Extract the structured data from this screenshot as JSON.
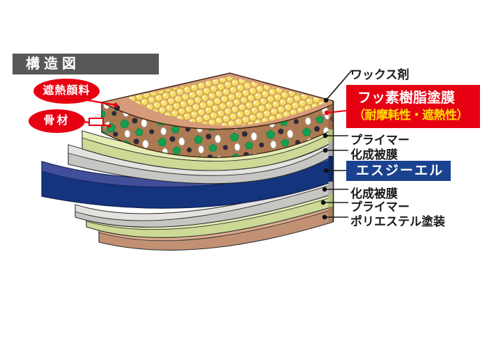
{
  "title": "構造図",
  "stack_labels": {
    "pigment": "遮熱顔料",
    "aggregate": "骨材",
    "wax": "ワックス剤",
    "topcoat_line1": "フッ素樹脂塗膜",
    "topcoat_line2": "（耐摩耗性・遮熱性）",
    "primer_upper": "プライマー",
    "conversion_upper": "化成被膜",
    "core": "エスジーエル",
    "conversion_lower": "化成被膜",
    "primer_lower": "プライマー",
    "polyester": "ポリエステル塗装"
  },
  "colors": {
    "accent_red": "#E60012",
    "highlight_yellow": "#FFE100",
    "core_blue": "#1A428F",
    "banner_gray": "#595757",
    "bead_yellow": "#F8DE6C",
    "topcoat_brown": "#AC7A52",
    "topcoat_surface": "#D69B79",
    "primer_green": "#CCDA96",
    "conversion_gray": "#C6C6C4",
    "core_navy": "#14347E",
    "polyester_tan": "#C29173"
  },
  "layers": [
    {
      "name": "ワックス剤",
      "role": "wax-beads",
      "color": "#F8DE6C"
    },
    {
      "name": "フッ素樹脂塗膜（耐摩耗性・遮熱性）",
      "role": "fluororesin-topcoat",
      "color": "#AC7A52",
      "contains": [
        "遮熱顔料",
        "骨材"
      ]
    },
    {
      "name": "プライマー",
      "role": "primer-upper",
      "color": "#CCDA96"
    },
    {
      "name": "化成被膜",
      "role": "conversion-coating-upper",
      "color": "#C6C6C4"
    },
    {
      "name": "エスジーエル",
      "role": "steel-core",
      "color": "#14347E"
    },
    {
      "name": "化成被膜",
      "role": "conversion-coating-lower",
      "color": "#C6C6C4"
    },
    {
      "name": "プライマー",
      "role": "primer-lower",
      "color": "#CCDA96"
    },
    {
      "name": "ポリエステル塗装",
      "role": "polyester-backcoat",
      "color": "#C29173"
    }
  ]
}
